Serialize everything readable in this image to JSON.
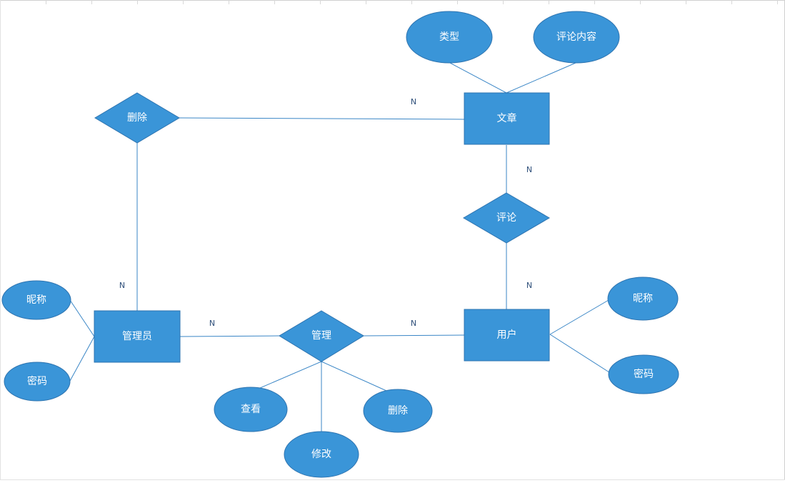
{
  "colors": {
    "shape_fill": "#3A95D8",
    "shape_stroke": "#2E74B0",
    "line": "#3A86C6",
    "label_text": "#FFFFFF",
    "cardinality_text": "#2E4F7A"
  },
  "entities": {
    "article": "文章",
    "user": "用户",
    "admin": "管理员"
  },
  "relationships": {
    "delete": "删除",
    "comment": "评论",
    "manage": "管理"
  },
  "attributes": {
    "article_type": "类型",
    "article_comment_content": "评论内容",
    "admin_nickname": "昵称",
    "admin_password": "密码",
    "user_nickname": "昵称",
    "user_password": "密码",
    "manage_view": "查看",
    "manage_edit": "修改",
    "manage_delete": "删除"
  },
  "cardinalities": {
    "delete_article": "N",
    "comment_article": "N",
    "comment_user": "N",
    "delete_admin": "N",
    "manage_admin": "N",
    "manage_user": "N"
  }
}
